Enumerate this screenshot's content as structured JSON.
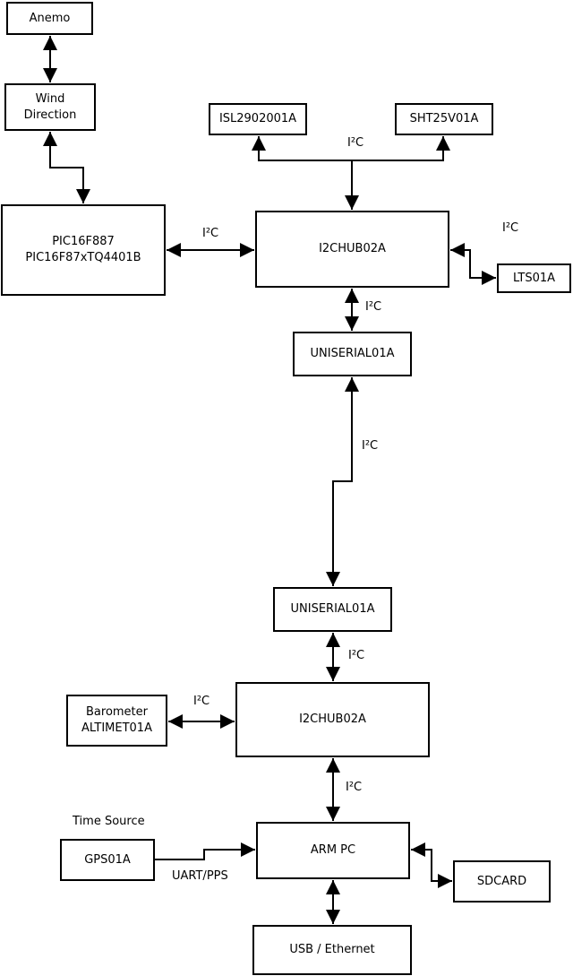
{
  "nodes": {
    "anemo": "Anemo",
    "wind_direction": "Wind\nDirection",
    "pic": "PIC16F887\nPIC16F87xTQ4401B",
    "isl": "ISL2902001A",
    "sht": "SHT25V01A",
    "i2chub_top": "I2CHUB02A",
    "lts": "LTS01A",
    "uniserial_top": "UNISERIAL01A",
    "uniserial_bottom": "UNISERIAL01A",
    "i2chub_bottom": "I2CHUB02A",
    "barometer": "Barometer\nALTIMET01A",
    "arm_pc": "ARM PC",
    "gps": "GPS01A",
    "sdcard": "SDCARD",
    "usb_ethernet": "USB / Ethernet"
  },
  "labels": {
    "i2c": "I²C",
    "time_source": "Time Source",
    "uart_pps": "UART/PPS"
  },
  "edges": [
    {
      "from": "anemo",
      "to": "wind_direction",
      "bidirectional": true
    },
    {
      "from": "wind_direction",
      "to": "pic",
      "bidirectional": true
    },
    {
      "from": "i2chub_top",
      "to": "isl",
      "label": "I²C",
      "bidirectional": false
    },
    {
      "from": "i2chub_top",
      "to": "sht",
      "label": "I²C",
      "bidirectional": false
    },
    {
      "from": "pic",
      "to": "i2chub_top",
      "label": "I²C",
      "bidirectional": true
    },
    {
      "from": "i2chub_top",
      "to": "lts",
      "label": "I²C",
      "bidirectional": true
    },
    {
      "from": "i2chub_top",
      "to": "uniserial_top",
      "label": "I²C",
      "bidirectional": true
    },
    {
      "from": "uniserial_top",
      "to": "uniserial_bottom",
      "label": "I²C",
      "bidirectional": true
    },
    {
      "from": "uniserial_bottom",
      "to": "i2chub_bottom",
      "label": "I²C",
      "bidirectional": true
    },
    {
      "from": "barometer",
      "to": "i2chub_bottom",
      "label": "I²C",
      "bidirectional": true
    },
    {
      "from": "i2chub_bottom",
      "to": "arm_pc",
      "label": "I²C",
      "bidirectional": true
    },
    {
      "from": "gps",
      "to": "arm_pc",
      "label": "UART/PPS",
      "bidirectional": false
    },
    {
      "from": "arm_pc",
      "to": "sdcard",
      "bidirectional": true
    },
    {
      "from": "arm_pc",
      "to": "usb_ethernet",
      "bidirectional": true
    }
  ],
  "colors": {
    "background": "#ffffff",
    "stroke": "#000000",
    "text": "#000000"
  }
}
